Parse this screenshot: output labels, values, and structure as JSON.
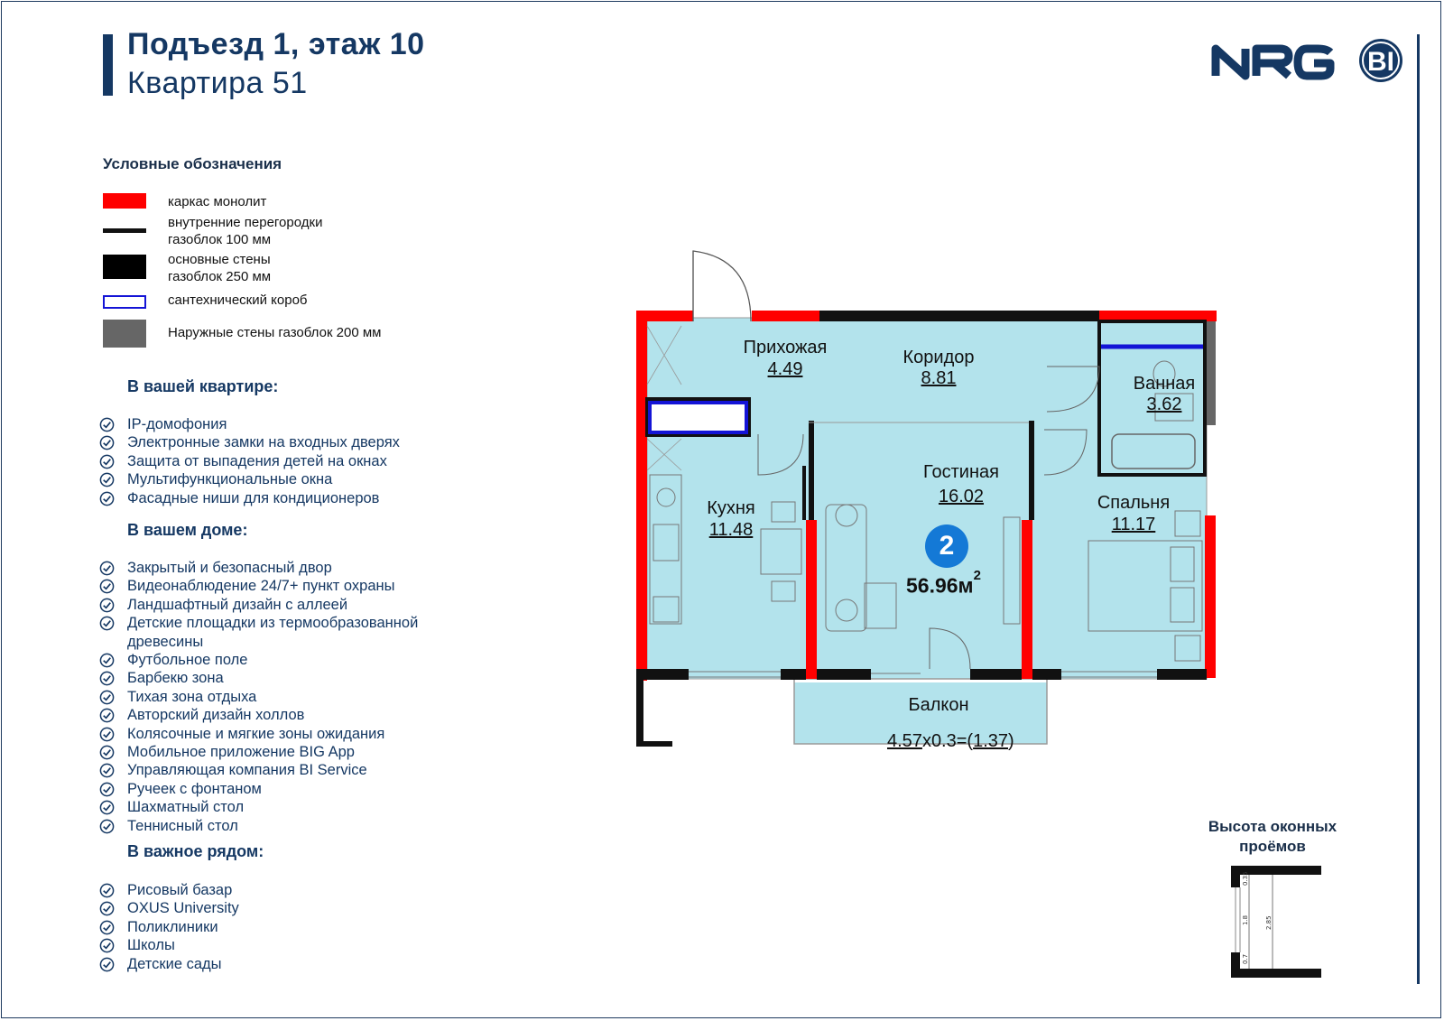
{
  "header": {
    "line1": "Подъезд 1, этаж 10",
    "line2": "Квартира 51",
    "logo_text": "NRG BI"
  },
  "legend": {
    "title": "Условные обозначения",
    "items": [
      {
        "label": "каркас монолит",
        "color": "#ff0000"
      },
      {
        "label": "внутренние перегородки",
        "label2": "газоблок 100 мм",
        "color": "#111111"
      },
      {
        "label": "основные стены",
        "label2": "газоблок 250 мм",
        "color": "#000000"
      },
      {
        "label": "сантехнический короб",
        "color": "#1414d6"
      },
      {
        "label": "Наружные стены газоблок 200 мм",
        "color": "#666666"
      }
    ]
  },
  "apartment_features": {
    "title": "В вашей квартире:",
    "items": [
      "IP-домофония",
      "Электронные замки на входных дверях",
      "Защита от выпадения детей на окнах",
      "Мультифункциональные окна",
      "Фасадные ниши для кондиционеров"
    ]
  },
  "building_features": {
    "title": "В вашем доме:",
    "items": [
      "Закрытый и безопасный двор",
      "Видеонаблюдение 24/7+ пункт охраны",
      "Ландшафтный дизайн с аллеей",
      "Детские площадки из термообразованной",
      "древесины",
      "Футбольное поле",
      "Барбекю зона",
      "Тихая зона отдыха",
      "Авторский дизайн холлов",
      "Колясочные и мягкие зоны ожидания",
      "Мобильное приложение BIG App",
      "Управляющая компания BI Service",
      "Ручеек с фонтаном",
      "Шахматный стол",
      "Теннисный стол"
    ]
  },
  "nearby": {
    "title": "В важное рядом:",
    "items": [
      "Рисовый базар",
      "OXUS University",
      "Поликлиники",
      "Школы",
      "Детские сады"
    ]
  },
  "plan": {
    "rooms": [
      {
        "name": "Прихожая",
        "area": "4.49"
      },
      {
        "name": "Коридор",
        "area": "8.81"
      },
      {
        "name": "Ванная",
        "area": "3.62"
      },
      {
        "name": "Гостиная",
        "area": "16.02"
      },
      {
        "name": "Кухня",
        "area": "11.48"
      },
      {
        "name": "Спальня",
        "area": "11.17"
      },
      {
        "name": "Балкон",
        "area": "4.57"
      }
    ],
    "rooms_count": "2",
    "total_area": "56.96м",
    "total_area_sup": "2",
    "balcony_mult": "x0.3=(",
    "balcony_result": "1.37",
    "balcony_close": ")",
    "colors": {
      "floor": "#b3e3ec",
      "monolith": "#ff0000",
      "wall": "#111111",
      "duct": "#1414d6",
      "outer": "#666666"
    }
  },
  "window_heights": {
    "title_line1": "Высота оконных",
    "title_line2": "проёмов",
    "dims": [
      "0.35",
      "1.8",
      "0.7",
      "2.85"
    ]
  }
}
